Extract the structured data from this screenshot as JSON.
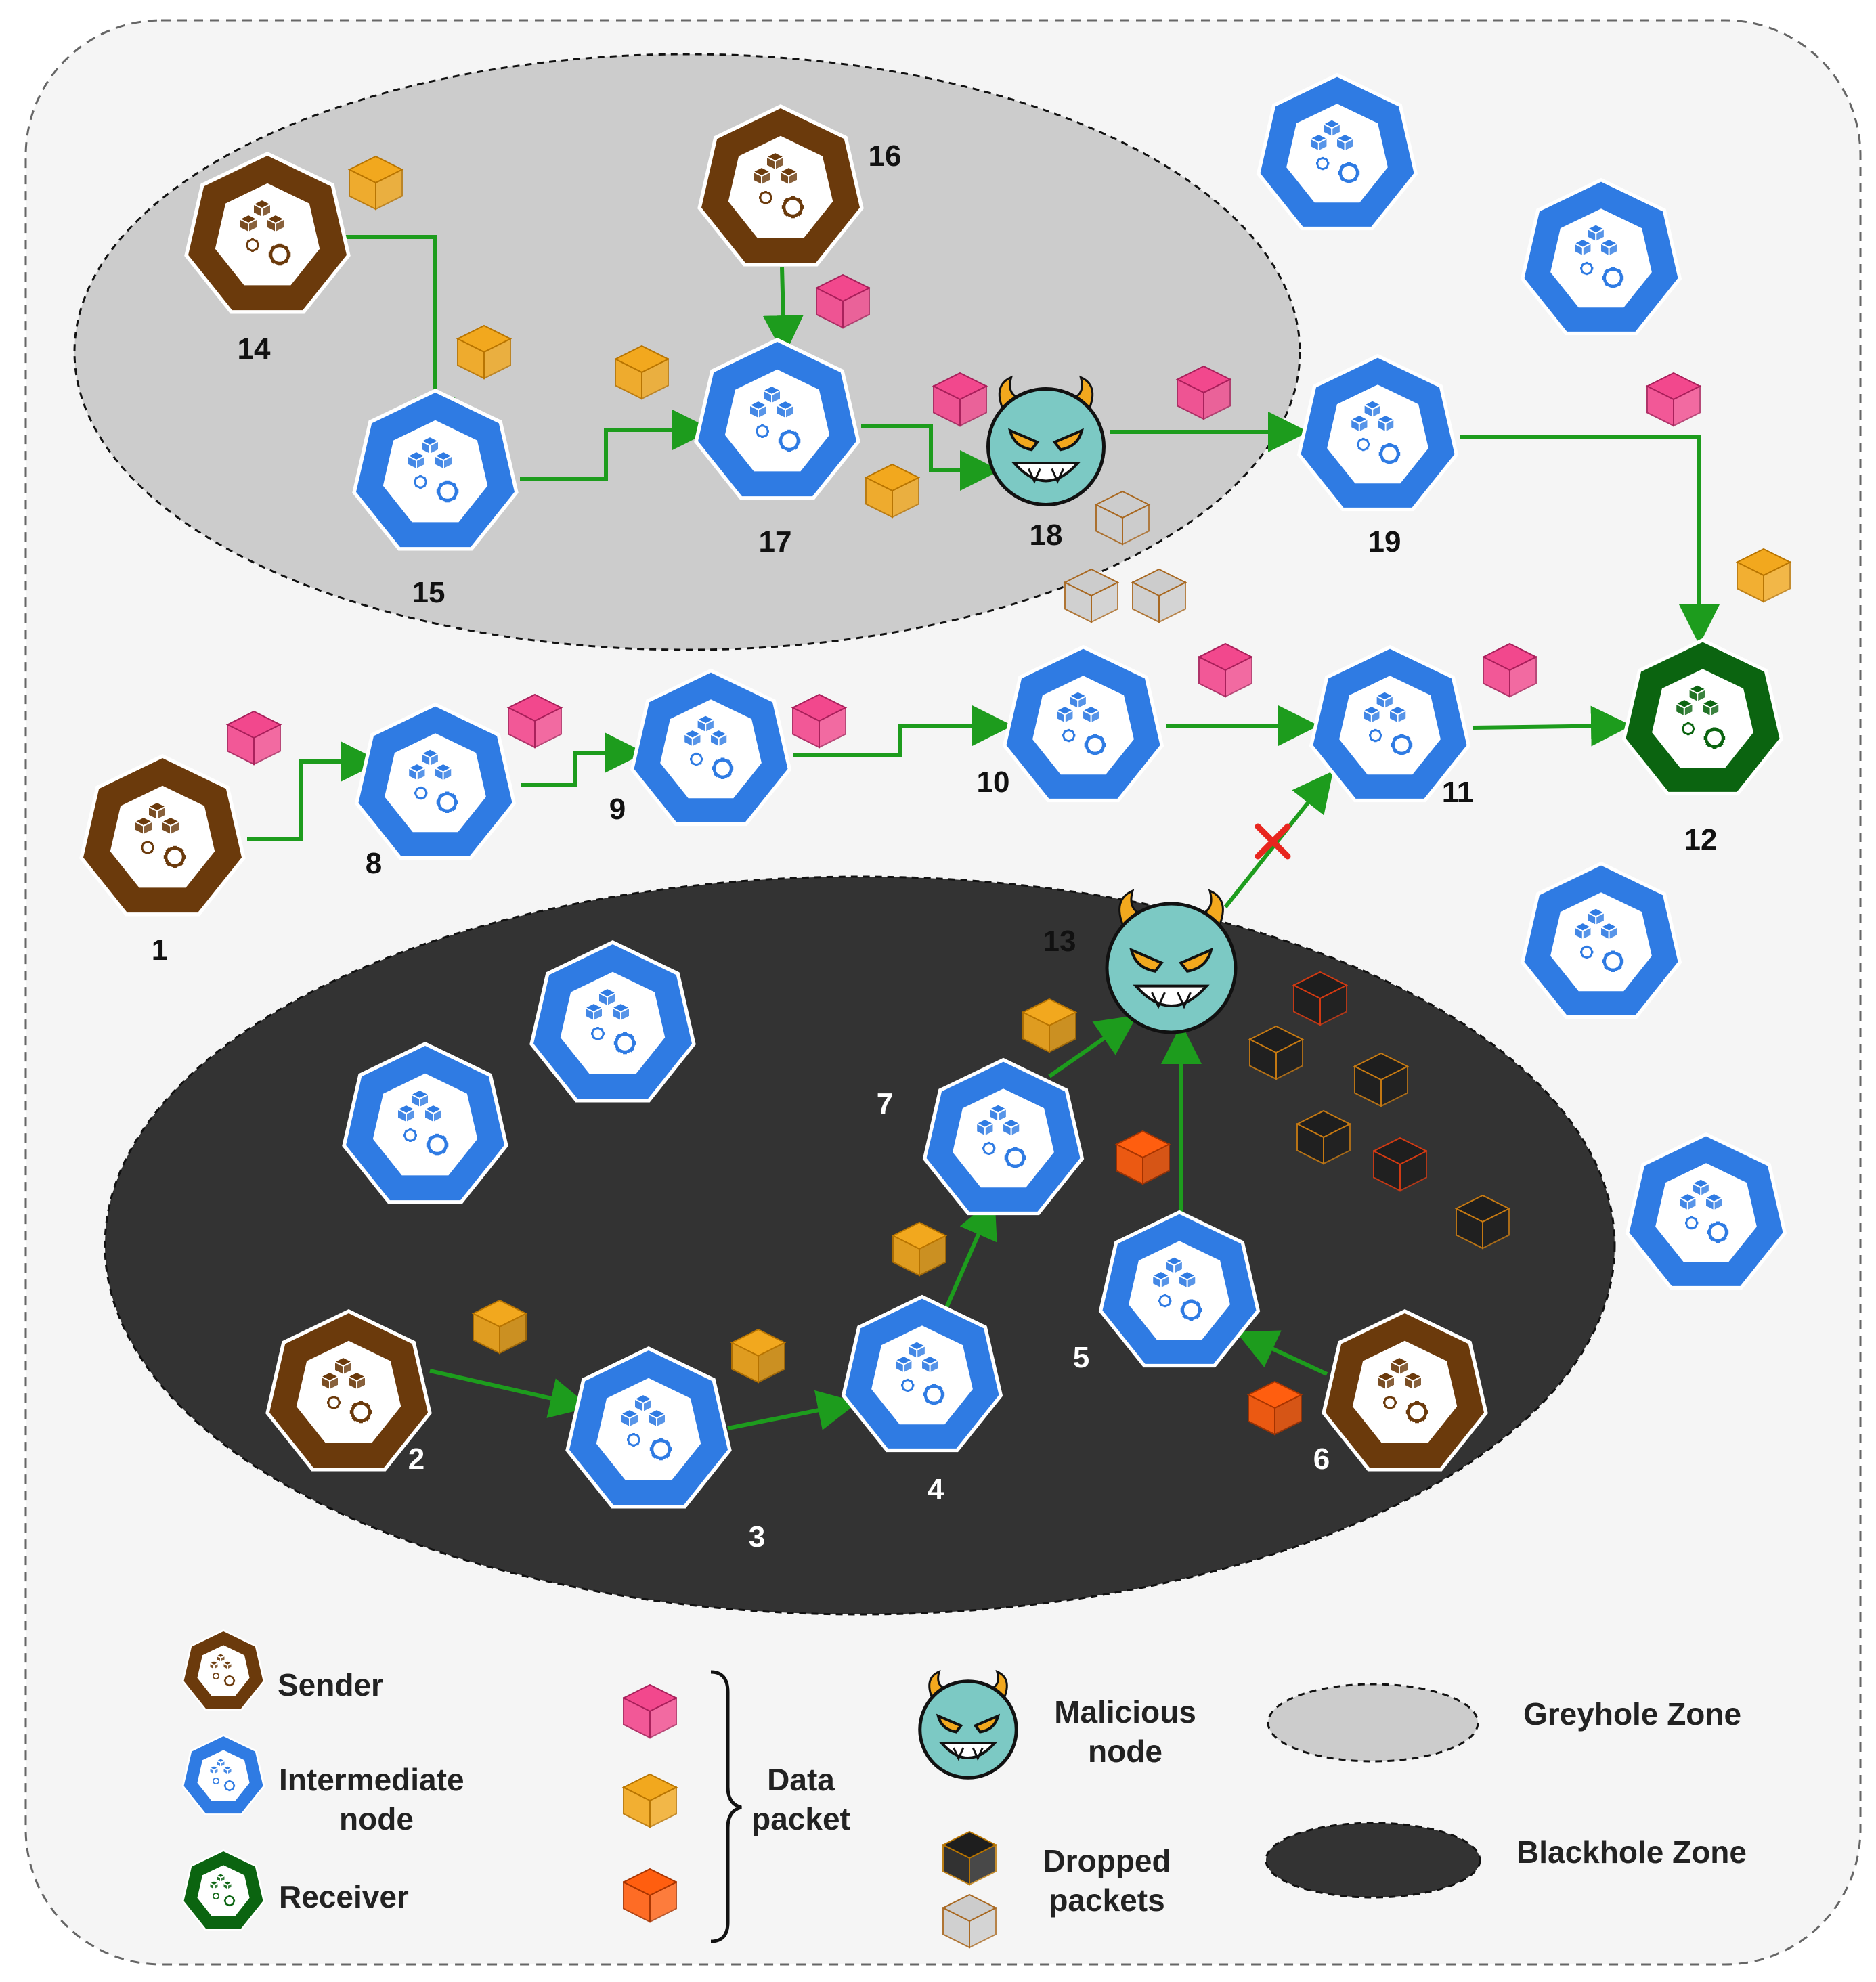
{
  "colors": {
    "sender": "#6b3a0c",
    "intermediate": "#2f7be3",
    "receiver": "#0b6410",
    "malicious": "#7cc9c4",
    "greyhole": "#cccccc",
    "blackhole": "#333333",
    "link": "#1d9c1d",
    "blocked": "#e8261f",
    "packet_pink": "#f2488d",
    "packet_yellow": "#f2a81e",
    "packet_orange": "#ff5e0f",
    "dropped_black": "#1e1e1e",
    "dropped_grey": "#cccccc",
    "background": "#f5f5f5"
  },
  "icons": {
    "node": "kubernetes-heptagon-icon",
    "malicious": "devil-face-icon",
    "packet": "cube-icon"
  },
  "zones": {
    "greyhole_label": "Greyhole Zone",
    "blackhole_label": "Blackhole Zone"
  },
  "nodes": [
    {
      "id": "1",
      "label": "1",
      "role": "sender"
    },
    {
      "id": "2",
      "label": "2",
      "role": "sender"
    },
    {
      "id": "3",
      "label": "3",
      "role": "intermediate"
    },
    {
      "id": "4",
      "label": "4",
      "role": "intermediate"
    },
    {
      "id": "5",
      "label": "5",
      "role": "intermediate"
    },
    {
      "id": "6",
      "label": "6",
      "role": "sender"
    },
    {
      "id": "7",
      "label": "7",
      "role": "intermediate"
    },
    {
      "id": "8",
      "label": "8",
      "role": "intermediate"
    },
    {
      "id": "9",
      "label": "9",
      "role": "intermediate"
    },
    {
      "id": "10",
      "label": "10",
      "role": "intermediate"
    },
    {
      "id": "11",
      "label": "11",
      "role": "intermediate"
    },
    {
      "id": "12",
      "label": "12",
      "role": "receiver"
    },
    {
      "id": "13",
      "label": "13",
      "role": "malicious"
    },
    {
      "id": "14",
      "label": "14",
      "role": "sender"
    },
    {
      "id": "15",
      "label": "15",
      "role": "intermediate"
    },
    {
      "id": "16",
      "label": "16",
      "role": "sender"
    },
    {
      "id": "17",
      "label": "17",
      "role": "intermediate"
    },
    {
      "id": "18",
      "label": "18",
      "role": "malicious"
    },
    {
      "id": "19",
      "label": "19",
      "role": "intermediate"
    },
    {
      "id": "u1",
      "label": "",
      "role": "intermediate"
    },
    {
      "id": "u2",
      "label": "",
      "role": "intermediate"
    },
    {
      "id": "u3",
      "label": "",
      "role": "intermediate"
    },
    {
      "id": "u4",
      "label": "",
      "role": "intermediate"
    },
    {
      "id": "u5",
      "label": "",
      "role": "intermediate"
    },
    {
      "id": "u6",
      "label": "",
      "role": "intermediate"
    }
  ],
  "links": [
    {
      "from": "1",
      "to": "8"
    },
    {
      "from": "8",
      "to": "9"
    },
    {
      "from": "9",
      "to": "10"
    },
    {
      "from": "10",
      "to": "11"
    },
    {
      "from": "11",
      "to": "12"
    },
    {
      "from": "14",
      "to": "15"
    },
    {
      "from": "15",
      "to": "17"
    },
    {
      "from": "16",
      "to": "17"
    },
    {
      "from": "17",
      "to": "18"
    },
    {
      "from": "18",
      "to": "19"
    },
    {
      "from": "19",
      "to": "12"
    },
    {
      "from": "2",
      "to": "3"
    },
    {
      "from": "3",
      "to": "4"
    },
    {
      "from": "4",
      "to": "7"
    },
    {
      "from": "7",
      "to": "13"
    },
    {
      "from": "6",
      "to": "5"
    },
    {
      "from": "5",
      "to": "13"
    },
    {
      "from": "13",
      "to": "11",
      "blocked": true
    }
  ],
  "legend": {
    "sender": "Sender",
    "intermediate_line1": "Intermediate",
    "intermediate_line2": "node",
    "receiver": "Receiver",
    "data_packet_line1": "Data",
    "data_packet_line2": "packet",
    "malicious_line1": "Malicious",
    "malicious_line2": "node",
    "dropped_line1": "Dropped",
    "dropped_line2": "packets",
    "greyhole": "Greyhole Zone",
    "blackhole": "Blackhole Zone"
  }
}
